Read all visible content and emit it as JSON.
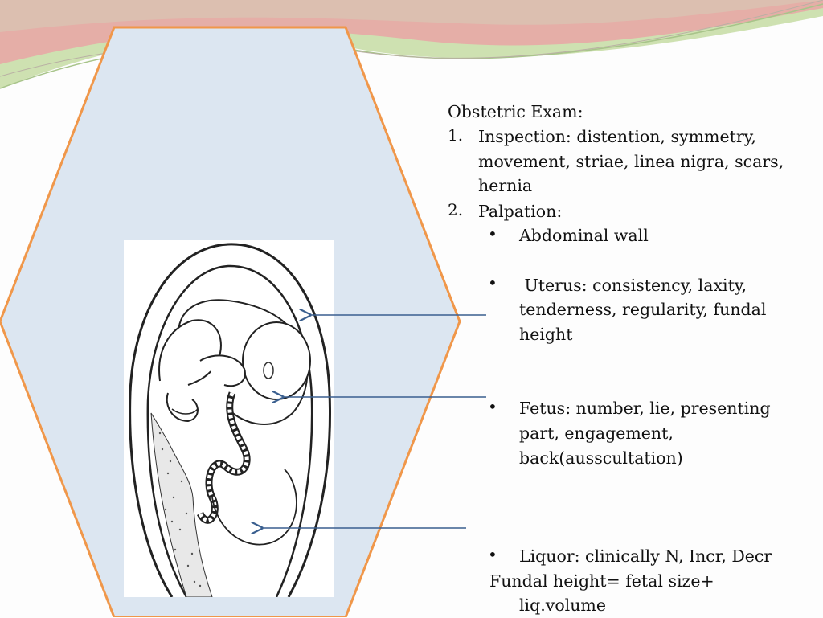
{
  "slide": {
    "heading": "Obstetric Exam:",
    "items": [
      {
        "num": "1.",
        "lines": [
          "Inspection: distention, symmetry,",
          "movement, striae, linea nigra, scars,",
          "hernia"
        ]
      },
      {
        "num": "2.",
        "lines": [
          "Palpation:"
        ]
      }
    ],
    "bullets": [
      {
        "mark": "•",
        "lines": [
          "Abdominal wall"
        ]
      },
      {
        "mark": "•",
        "lines": [
          " Uterus: consistency, laxity,",
          "tenderness, regularity, fundal",
          "height"
        ]
      },
      {
        "mark": "•",
        "lines": [
          "Fetus: number, lie, presenting",
          "part, engagement,",
          "back(ausscultation)"
        ]
      },
      {
        "mark": "•",
        "lines": [
          "Liquor: clinically N, Incr, Decr"
        ]
      }
    ],
    "footer_lines": [
      "Fundal height= fetal size+",
      "liq.volume"
    ]
  },
  "colors": {
    "hexagon_fill": "#dce6f1",
    "hexagon_stroke": "#f0974a",
    "arrow": "#3a5f8f",
    "wave_green": "#c5dca3",
    "wave_pink": "#e8a8a6"
  }
}
